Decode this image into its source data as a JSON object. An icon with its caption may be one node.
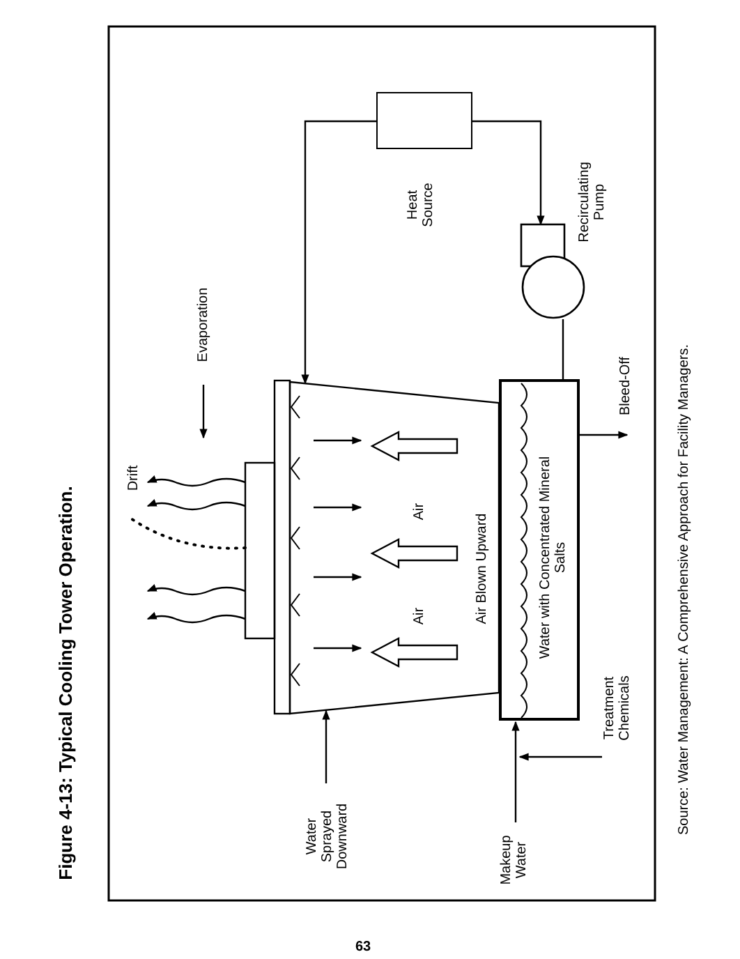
{
  "diagram": {
    "title": "Figure 4-13:  Typical Cooling Tower Operation.",
    "caption": "Source:  Water Management:  A Comprehensive Approach for Facility Managers.",
    "nodes": [
      {
        "text": [
          "Heat Source"
        ]
      },
      {
        "text": [
          "Recirculating Pump"
        ]
      },
      {
        "text": [],
        "shape": "trapezoid"
      },
      {
        "text": [
          "Water with Concentrated Mineral Salts"
        ]
      },
      {
        "text": [
          "Water Sprayed Downward"
        ]
      },
      {
        "text": [
          "Makeup Water"
        ]
      },
      {
        "text": [
          "Treatment Chemicals"
        ]
      },
      {
        "text": [
          "Bleed-Off"
        ]
      }
    ],
    "edges": [
      {
        "from": 3,
        "to": 1,
        "arrow": "none"
      },
      {
        "from": 0,
        "to": 1,
        "arrow": "to"
      },
      {
        "from": 0,
        "to": 2,
        "arrow": "to"
      },
      {
        "from": 4,
        "to": 2,
        "arrow": "to"
      },
      {
        "from": 5,
        "to": 3,
        "arrow": "to"
      },
      {
        "from": 6,
        "to": null,
        "arrow": "to"
      },
      {
        "from": 3,
        "to": 7,
        "arrow": "to"
      }
    ],
    "labels": [
      "Evaporation",
      "Drift",
      "Air",
      "Air",
      "Air Blown Upward",
      "63"
    ]
  }
}
